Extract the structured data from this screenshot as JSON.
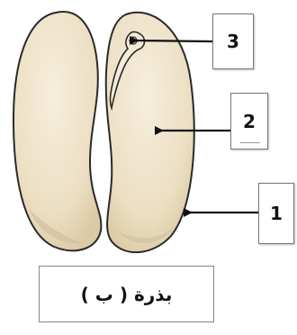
{
  "labels": {
    "one": "1",
    "two": "2",
    "three": "3"
  },
  "caption": "بذرة ( ب )",
  "colors": {
    "seed_fill": "#eee2c8",
    "seed_stroke": "#2a2a2a",
    "seed_shadow": "#d8c8a8",
    "arrow": "#111111"
  }
}
